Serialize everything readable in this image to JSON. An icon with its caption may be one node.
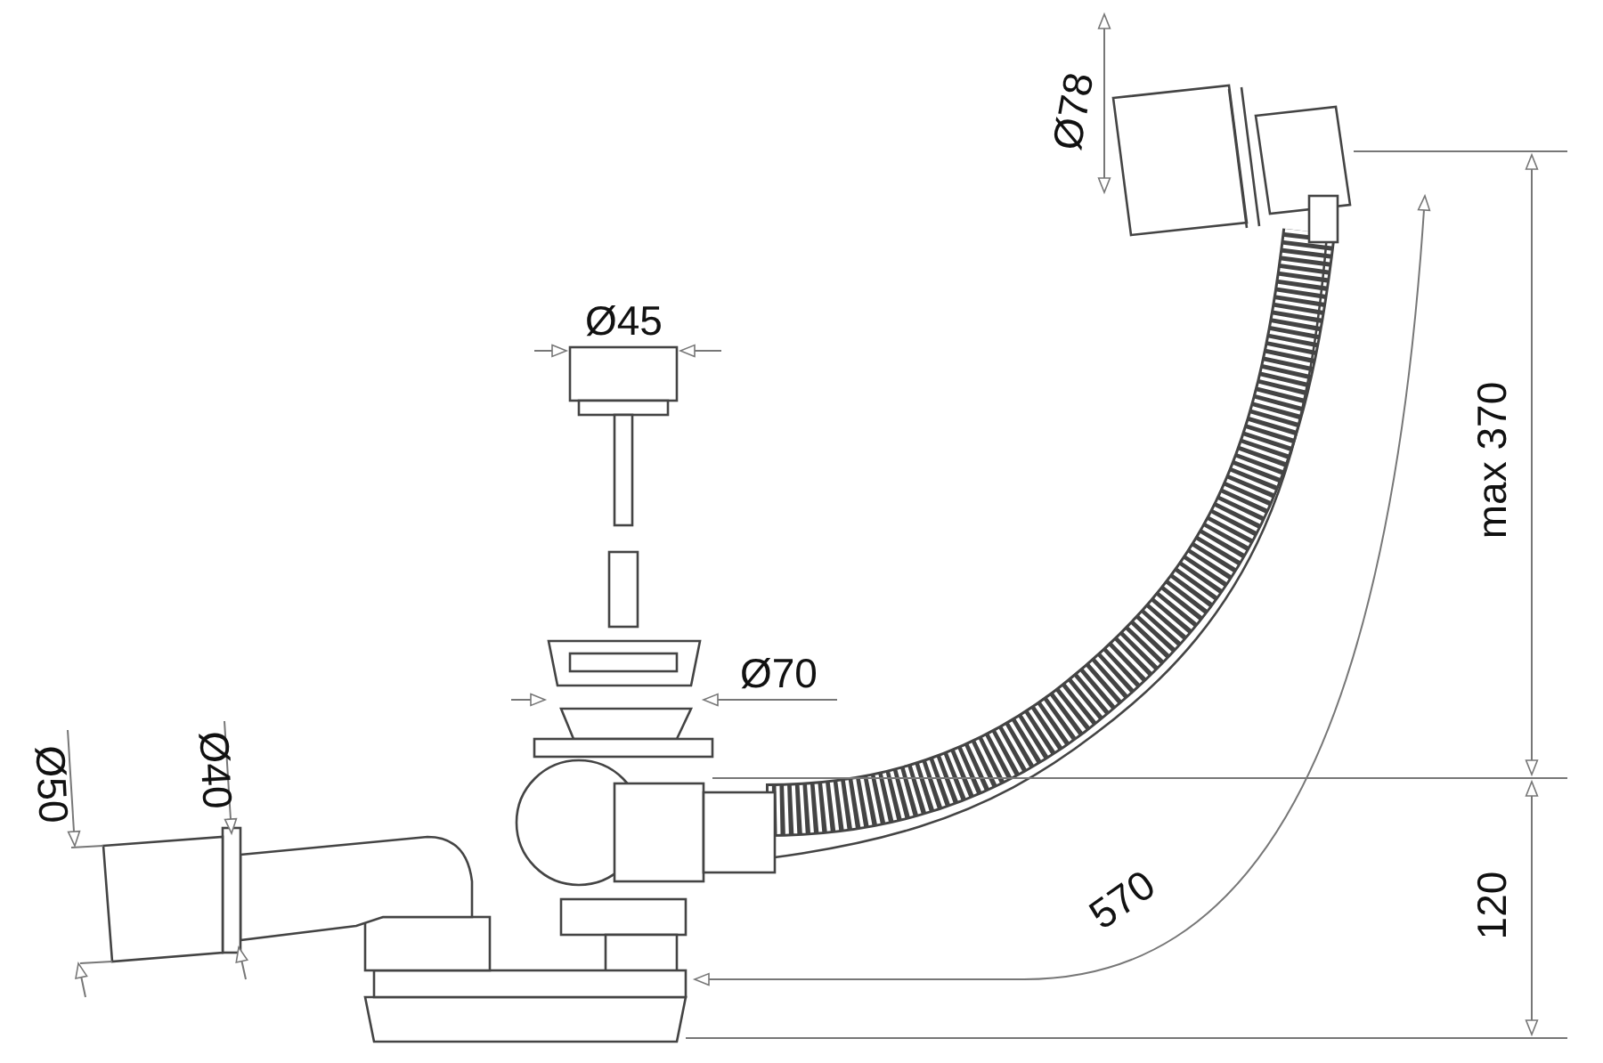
{
  "diagram": {
    "labels": [
      "Ø78",
      "Ø45",
      "max 370",
      "Ø70",
      "Ø50",
      "Ø40",
      "570",
      "120"
    ]
  }
}
